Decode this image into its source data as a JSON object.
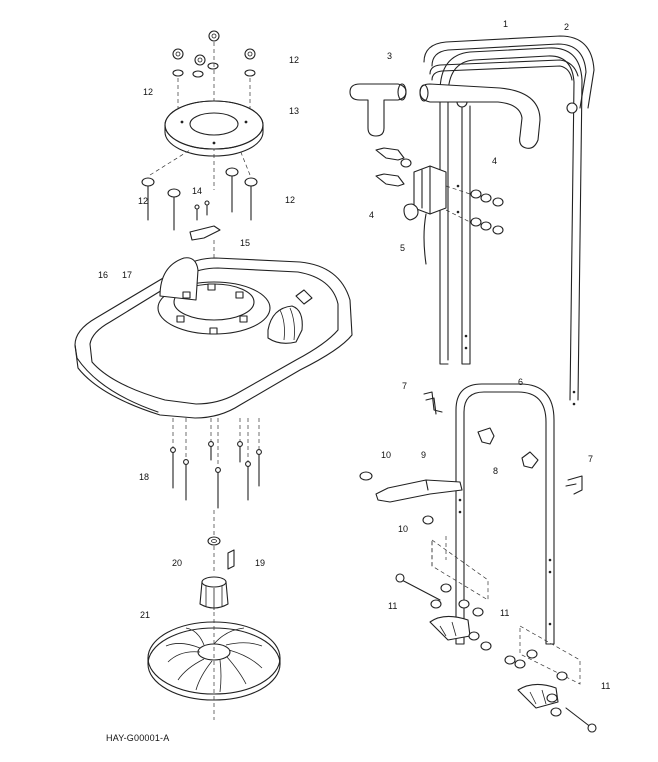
{
  "diagram": {
    "reference_code": "HAY-G00001-A",
    "part_labels": [
      {
        "id": "l1",
        "text": "1"
      },
      {
        "id": "l2",
        "text": "2"
      },
      {
        "id": "l3",
        "text": "3"
      },
      {
        "id": "l4a",
        "text": "4"
      },
      {
        "id": "l4b",
        "text": "4"
      },
      {
        "id": "l5",
        "text": "5"
      },
      {
        "id": "l6",
        "text": "6"
      },
      {
        "id": "l7a",
        "text": "7"
      },
      {
        "id": "l7b",
        "text": "7"
      },
      {
        "id": "l8",
        "text": "8"
      },
      {
        "id": "l9",
        "text": "9"
      },
      {
        "id": "l10a",
        "text": "10"
      },
      {
        "id": "l10b",
        "text": "10"
      },
      {
        "id": "l11a",
        "text": "11"
      },
      {
        "id": "l11b",
        "text": "11"
      },
      {
        "id": "l11c",
        "text": "11"
      },
      {
        "id": "l12a",
        "text": "12"
      },
      {
        "id": "l12b",
        "text": "12"
      },
      {
        "id": "l12c",
        "text": "12"
      },
      {
        "id": "l12d",
        "text": "12"
      },
      {
        "id": "l13",
        "text": "13"
      },
      {
        "id": "l14",
        "text": "14"
      },
      {
        "id": "l15",
        "text": "15"
      },
      {
        "id": "l16",
        "text": "16"
      },
      {
        "id": "l17",
        "text": "17"
      },
      {
        "id": "l18",
        "text": "18"
      },
      {
        "id": "l19",
        "text": "19"
      },
      {
        "id": "l20",
        "text": "20"
      },
      {
        "id": "l21",
        "text": "21"
      }
    ]
  }
}
